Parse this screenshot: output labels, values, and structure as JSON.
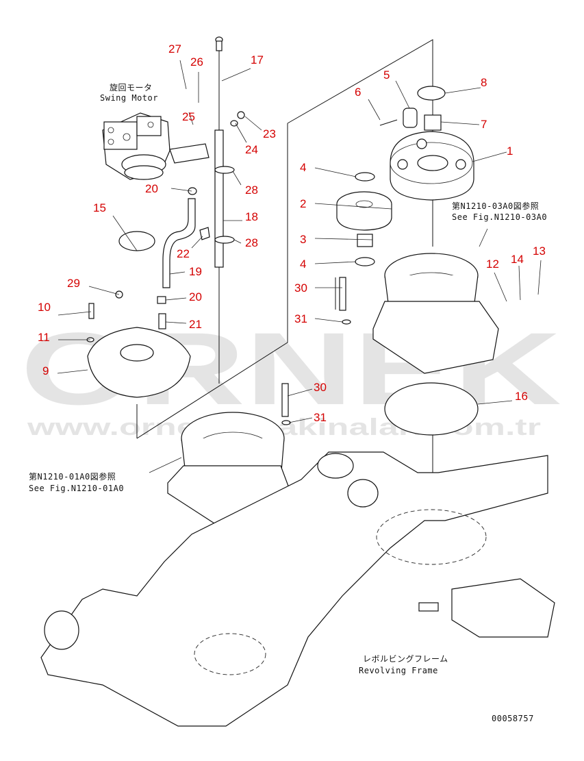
{
  "diagram": {
    "drawing_number": "00058757",
    "watermark": {
      "brand": "ORNEK",
      "url": "www.ornekismakinalari.com.tr"
    },
    "notes": {
      "swing_motor_jp": "旋回モータ",
      "swing_motor_en": "Swing Motor",
      "ref_03a0_jp": "第N1210-03A0図参照",
      "ref_03a0_en": "See Fig.N1210-03A0",
      "ref_01a0_jp": "第N1210-01A0図参照",
      "ref_01a0_en": "See Fig.N1210-01A0",
      "frame_jp": "レボルビングフレーム",
      "frame_en": "Revolving Frame"
    },
    "callouts": [
      {
        "id": "c1",
        "label": "1"
      },
      {
        "id": "c2",
        "label": "2"
      },
      {
        "id": "c3",
        "label": "3"
      },
      {
        "id": "c4a",
        "label": "4"
      },
      {
        "id": "c4b",
        "label": "4"
      },
      {
        "id": "c5",
        "label": "5"
      },
      {
        "id": "c6",
        "label": "6"
      },
      {
        "id": "c7",
        "label": "7"
      },
      {
        "id": "c8",
        "label": "8"
      },
      {
        "id": "c9",
        "label": "9"
      },
      {
        "id": "c10",
        "label": "10"
      },
      {
        "id": "c11",
        "label": "11"
      },
      {
        "id": "c12",
        "label": "12"
      },
      {
        "id": "c13",
        "label": "13"
      },
      {
        "id": "c14",
        "label": "14"
      },
      {
        "id": "c15",
        "label": "15"
      },
      {
        "id": "c16",
        "label": "16"
      },
      {
        "id": "c17",
        "label": "17"
      },
      {
        "id": "c18",
        "label": "18"
      },
      {
        "id": "c19",
        "label": "19"
      },
      {
        "id": "c20a",
        "label": "20"
      },
      {
        "id": "c20b",
        "label": "20"
      },
      {
        "id": "c21",
        "label": "21"
      },
      {
        "id": "c22",
        "label": "22"
      },
      {
        "id": "c23",
        "label": "23"
      },
      {
        "id": "c24",
        "label": "24"
      },
      {
        "id": "c25",
        "label": "25"
      },
      {
        "id": "c26",
        "label": "26"
      },
      {
        "id": "c27",
        "label": "27"
      },
      {
        "id": "c28a",
        "label": "28"
      },
      {
        "id": "c28b",
        "label": "28"
      },
      {
        "id": "c29",
        "label": "29"
      },
      {
        "id": "c30a",
        "label": "30"
      },
      {
        "id": "c30b",
        "label": "30"
      },
      {
        "id": "c31a",
        "label": "31"
      },
      {
        "id": "c31b",
        "label": "31"
      }
    ]
  }
}
